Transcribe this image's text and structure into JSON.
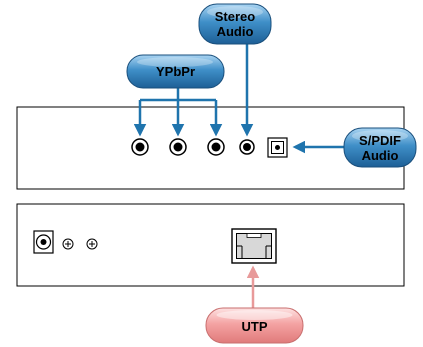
{
  "labels": {
    "stereo_audio": [
      "Stereo",
      "Audio"
    ],
    "ypbpr": "YPbPr",
    "spdif_audio": [
      "S/PDIF",
      "Audio"
    ],
    "utp": "UTP"
  },
  "colors": {
    "blue_pill": "#2f7fb5",
    "blue_arrow": "#1f74ad",
    "pink_pill": "#f29c9c",
    "pink_arrow": "#e89a9a",
    "panel_stroke": "#000000"
  }
}
